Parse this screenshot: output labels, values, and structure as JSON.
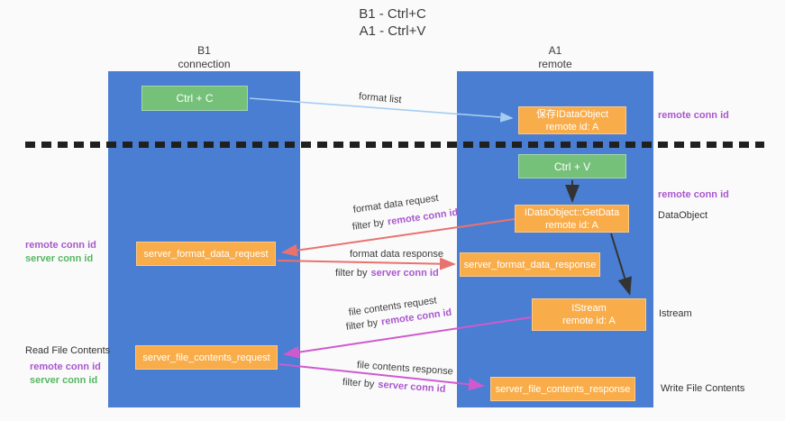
{
  "title": {
    "line1": "B1 - Ctrl+C",
    "line2": "A1 - Ctrl+V"
  },
  "lanes": {
    "left": {
      "name": "B1",
      "role": "connection"
    },
    "right": {
      "name": "A1",
      "role": "remote"
    }
  },
  "boxes": {
    "ctrl_c": {
      "label": "Ctrl + C"
    },
    "ctrl_v": {
      "label": "Ctrl + V"
    },
    "save_dataobject": {
      "line1": "保存IDataObject",
      "line2": "remote id: A"
    },
    "getdata": {
      "line1": "IDataObject::GetData",
      "line2": "remote id: A"
    },
    "istream": {
      "line1": "IStream",
      "line2": "remote id: A"
    },
    "server_format_data_request": {
      "label": "server_format_data_request"
    },
    "server_format_data_response": {
      "label": "server_format_data_response"
    },
    "server_file_contents_request": {
      "label": "server_file_contents_request"
    },
    "server_file_contents_response": {
      "label": "server_file_contents_response"
    }
  },
  "arrow_labels": {
    "format_list": "format list",
    "format_data_request": "format data request",
    "format_data_response": "format data response",
    "file_contents_request": "file contents request",
    "file_contents_response": "file contents response",
    "filter_by": "filter by"
  },
  "shared": {
    "remote_conn_id": "remote conn id",
    "server_conn_id": "server conn id"
  },
  "side_labels": {
    "dataobject": "DataObject",
    "istream": "Istream",
    "read_file_contents": "Read File Contents",
    "write_file_contents": "Write File Contents"
  },
  "colors": {
    "lane_blue": "#4a7ed2",
    "box_orange": "#f9ad4a",
    "box_green": "#76c17a",
    "accent_purple": "#a957cf",
    "accent_green": "#57b663",
    "arrow_salmon": "#e8736e",
    "arrow_magenta": "#cf5ace",
    "arrow_lightblue": "#a5cdf2",
    "arrow_black": "#333333",
    "divider_black": "#202020"
  }
}
